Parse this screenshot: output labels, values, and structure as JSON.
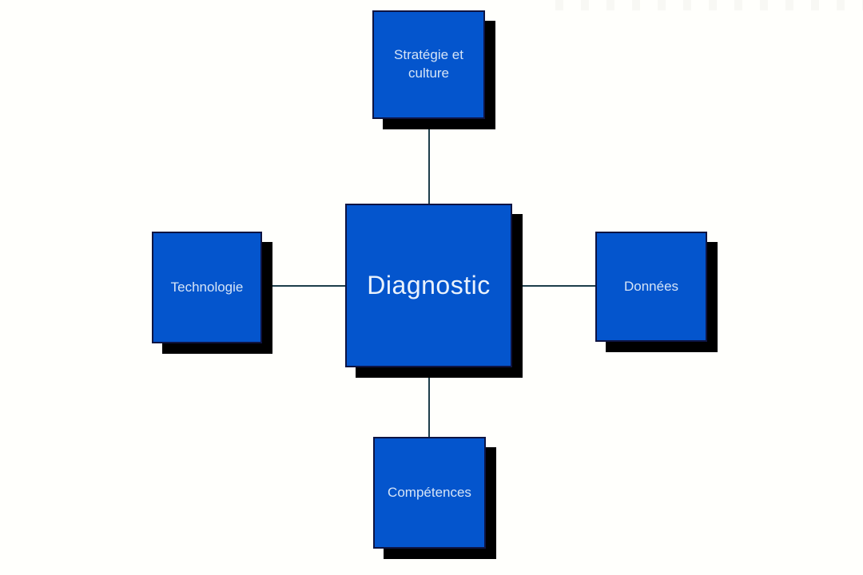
{
  "diagram": {
    "title_hint": "hub-and-spoke diagram",
    "center": {
      "label": "Diagnostic"
    },
    "nodes": [
      {
        "id": "top",
        "label": "Stratégie et culture"
      },
      {
        "id": "left",
        "label": "Technologie"
      },
      {
        "id": "right",
        "label": "Données"
      },
      {
        "id": "bottom",
        "label": "Compétences"
      }
    ],
    "connections": [
      {
        "from": "center",
        "to": "top"
      },
      {
        "from": "center",
        "to": "left"
      },
      {
        "from": "center",
        "to": "right"
      },
      {
        "from": "center",
        "to": "bottom"
      }
    ],
    "colors": {
      "node_fill": "#0455CD",
      "node_border": "#0E1442",
      "node_text": "#D5E4F7",
      "center_text": "#EAF2FC",
      "shadow": "#000000",
      "connector": "#1D3E4A",
      "background": "#FFFFFC"
    }
  }
}
